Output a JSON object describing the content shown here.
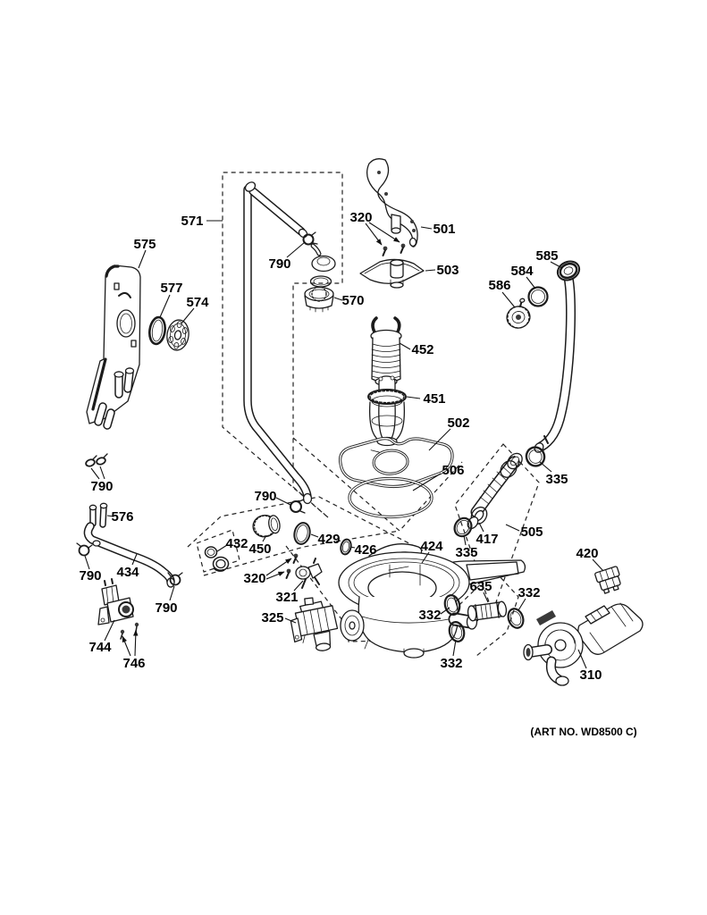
{
  "figure": {
    "art_no": "(ART NO. WD8500 C)",
    "callouts": {
      "c571": "571",
      "c575": "575",
      "c577": "577",
      "c574": "574",
      "c790a": "790",
      "c790b": "790",
      "c790c": "790",
      "c790d": "790",
      "c790e": "790",
      "c320a": "320",
      "c320b": "320",
      "c501": "501",
      "c503": "503",
      "c570": "570",
      "c586": "586",
      "c584": "584",
      "c585": "585",
      "c452": "452",
      "c451": "451",
      "c502": "502",
      "c506": "506",
      "c335a": "335",
      "c335b": "335",
      "c417": "417",
      "c505": "505",
      "c420": "420",
      "c635": "635",
      "c332a": "332",
      "c332b": "332",
      "c332c": "332",
      "c424": "424",
      "c310": "310",
      "c576": "576",
      "c434": "434",
      "c744": "744",
      "c746": "746",
      "c432": "432",
      "c450": "450",
      "c429": "429",
      "c426": "426",
      "c321": "321",
      "c325": "325"
    }
  }
}
